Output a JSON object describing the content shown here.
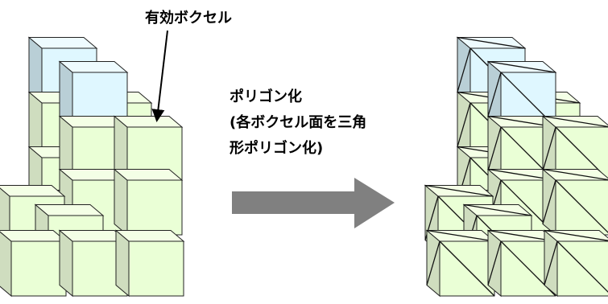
{
  "labels": {
    "voxel_label": "有効ボクセル",
    "polygonize_line1": "ポリゴン化",
    "polygonize_line2": "(各ボクセル面を三角",
    "polygonize_line3": "形ポリゴン化)"
  },
  "colors": {
    "cube_top_green": "#f4ffe6",
    "cube_front_green": "#eaffd6",
    "cube_side_green": "#cfddbf",
    "cube_top_blue": "#eefbff",
    "cube_front_blue": "#dff7ff",
    "cube_side_blue": "#b9cfd6",
    "edge": "#222222",
    "arrow": "#808080"
  },
  "diagram": {
    "left_panel": "voxel-stack",
    "right_panel": "triangulated-voxel-stack",
    "arrow": "right-arrow-icon"
  }
}
